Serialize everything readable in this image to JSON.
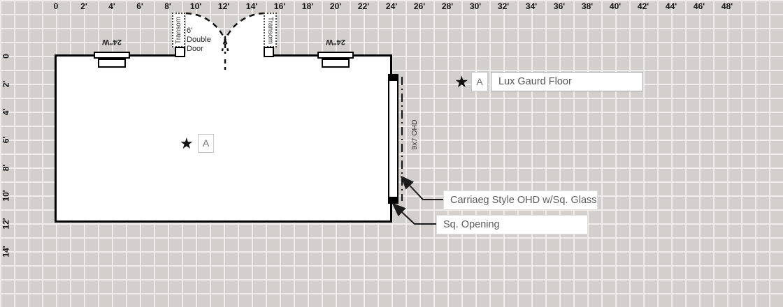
{
  "canvas": {
    "bg": "#d2cfcc",
    "grid_line": "#efedeb",
    "wall_color": "#000000"
  },
  "rulers": {
    "top": [
      "0",
      "2'",
      "4'",
      "6'",
      "8'",
      "10'",
      "12'",
      "14'",
      "16'",
      "18'",
      "20'",
      "22'",
      "24'",
      "26'",
      "28'",
      "30'",
      "32'",
      "34'",
      "36'",
      "38'",
      "40'",
      "42'",
      "44'",
      "46'",
      "48'"
    ],
    "left": [
      "0",
      "2'",
      "4'",
      "6'",
      "8'",
      "10'",
      "12'",
      "14'"
    ]
  },
  "plan": {
    "window_left_label": "24\"W",
    "window_right_label": "24\"W",
    "transom_left_label": "Transom",
    "transom_right_label": "Transom",
    "double_door_label": "6'\nDouble\nDoor",
    "ohd_label": "9x7 OHD",
    "interior_marker": {
      "symbol": "★",
      "badge": "A"
    }
  },
  "annotations": {
    "floor_note": {
      "symbol": "★",
      "badge": "A",
      "text": "Lux Gaurd Floor"
    },
    "callout_ohd": "Carriaeg Style OHD w/Sq. Glass",
    "callout_opening": "Sq. Opening"
  }
}
